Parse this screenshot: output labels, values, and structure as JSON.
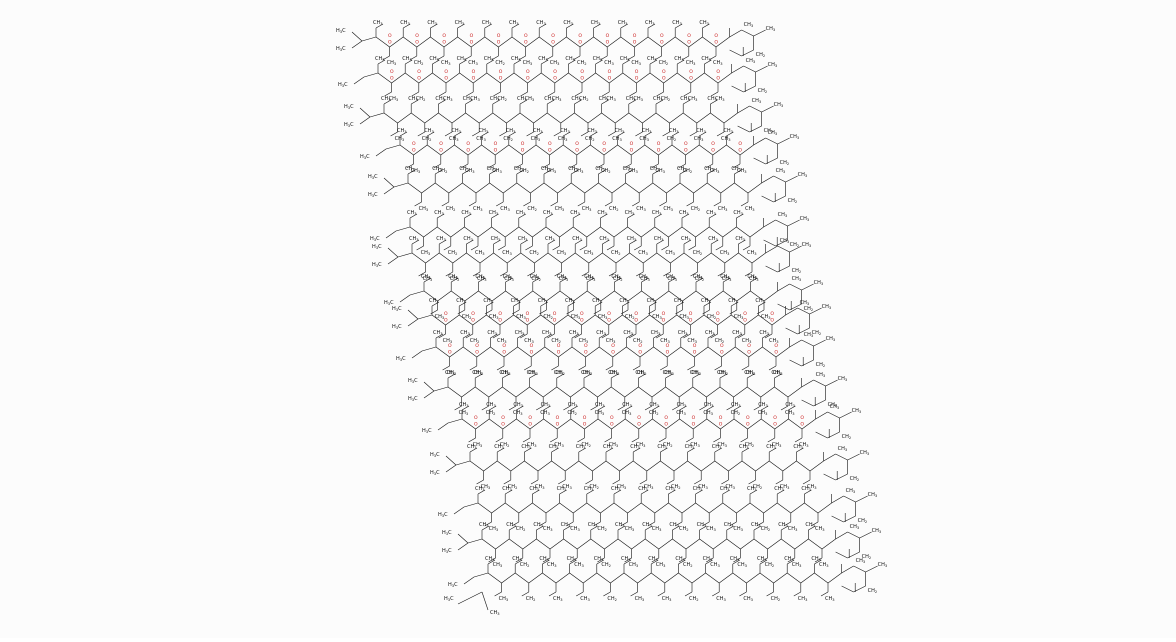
{
  "structure": {
    "labels": {
      "methyl": "CH",
      "methyl_sub": "3",
      "methylene": "CH",
      "methylene_sub": "2",
      "methyl_left": "H",
      "methyl_left_sub": "3",
      "methyl_left_tail": "C",
      "ester_oxygen": "O"
    },
    "colors": {
      "bond": "#111111",
      "oxygen": "#cc2222",
      "background": "#fcfcfc"
    }
  }
}
